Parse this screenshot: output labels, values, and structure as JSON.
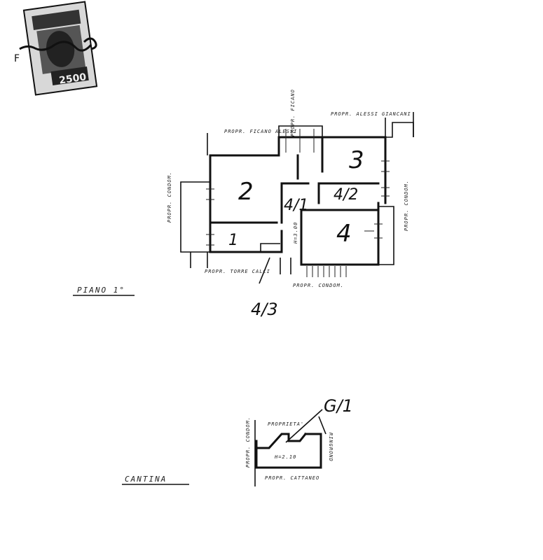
{
  "stamp": {
    "value": "2500",
    "marks": "F"
  },
  "floor_plan": {
    "title": "PIANO 1°",
    "rooms": {
      "r1": "1",
      "r2": "2",
      "r3": "3",
      "r4": "4",
      "corridor": "4/2",
      "hall": "4/1"
    },
    "height_note": "H=3.00",
    "plot_ref": "4/3",
    "neighbors": {
      "top_left": "PROPR. FICANO ALESSI",
      "top_middle": "PROPR. FICANO",
      "top_right": "PROPR. ALESSI GIANCANI",
      "left": "PROPR. CONDOM.",
      "right": "PROPR. CONDOM.",
      "bottom_left": "PROPR. TORRE CALCI",
      "bottom_right": "PROPR. CONDOM."
    }
  },
  "cellar_plan": {
    "title": "CANTINA",
    "ref": "G/1",
    "height_note": "H=2.10",
    "neighbors": {
      "top": "PROPRIETA'",
      "left": "PROPR. CONDOM.",
      "right": "RINGROND",
      "bottom": "PROPR. CATTANEO"
    }
  }
}
